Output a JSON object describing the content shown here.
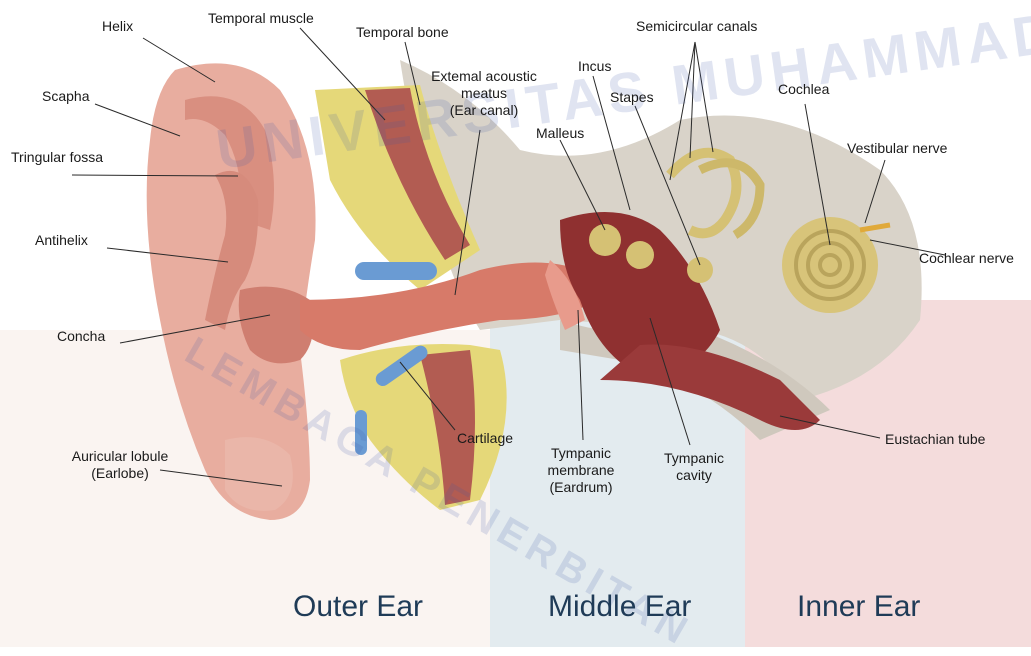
{
  "watermark": {
    "top_text": "UNIVERSITAS MUHAMMADIYAH MAKASSAR",
    "bottom_text": "LEMBAGA PENERBITAN"
  },
  "regions": {
    "outer": "Outer Ear",
    "middle": "Middle Ear",
    "inner": "Inner Ear"
  },
  "labels": {
    "helix": "Helix",
    "temporal_muscle": "Temporal muscle",
    "temporal_bone": "Temporal bone",
    "scapha": "Scapha",
    "external_acoustic_1": "Extemal acoustic",
    "external_acoustic_2": "meatus",
    "external_acoustic_3": "(Ear canal)",
    "incus": "Incus",
    "semicircular_canals": "Semicircular canals",
    "stapes": "Stapes",
    "cochlea": "Cochlea",
    "malleus": "Malleus",
    "triangular_fossa": "Tringular fossa",
    "vestibular_nerve": "Vestibular nerve",
    "antihelix": "Antihelix",
    "cochlear_nerve": "Cochlear nerve",
    "concha": "Concha",
    "cartilage": "Cartilage",
    "eustachian_tube": "Eustachian tube",
    "auricular_1": "Auricular lobule",
    "auricular_2": "(Earlobe)",
    "tympanic_membrane_1": "Tympanic",
    "tympanic_membrane_2": "membrane",
    "tympanic_membrane_3": "(Eardrum)",
    "tympanic_cavity_1": "Tympanic",
    "tympanic_cavity_2": "cavity"
  },
  "colors": {
    "skin": "#e6a79a",
    "skin_dark": "#c9786b",
    "muscle": "#b35b52",
    "bone": "#d9d4cc",
    "fat": "#e8dc7a",
    "canal": "#d97a6a",
    "cavity": "#8e2f2f",
    "ossicle": "#d6c27a",
    "vessel": "#6b9bd1",
    "bg_middle": "#e7ecef",
    "bg_inner": "#f3dede"
  }
}
